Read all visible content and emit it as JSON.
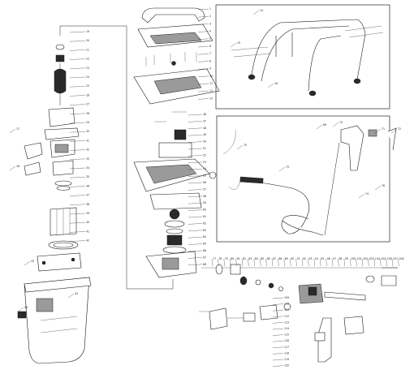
{
  "diagram": {
    "callouts": {
      "frame_top": [
        "1",
        "2",
        "3",
        "4",
        "5",
        "6",
        "7",
        "8",
        "9",
        "10",
        "11",
        "12",
        "13"
      ],
      "cart_box": [
        "14",
        "15",
        "16"
      ],
      "motor_stack": [
        "19",
        "20",
        "21",
        "22",
        "23",
        "24",
        "25",
        "26",
        "27",
        "28",
        "29",
        "30",
        "31",
        "32",
        "33",
        "34",
        "35",
        "36",
        "37",
        "38",
        "39",
        "40",
        "41",
        "42"
      ],
      "left_side": [
        "17",
        "18",
        "43",
        "44",
        "45"
      ],
      "pump_center": [
        "46",
        "47",
        "48",
        "49",
        "50",
        "51",
        "52",
        "53",
        "54",
        "55",
        "56",
        "57",
        "58",
        "59",
        "60",
        "61",
        "62",
        "63",
        "64",
        "65",
        "66",
        "67",
        "68"
      ],
      "gun_box": [
        "69",
        "70",
        "71",
        "72",
        "73",
        "74",
        "75",
        "76"
      ],
      "bottom_row": [
        "77",
        "78",
        "79",
        "80",
        "81",
        "82",
        "83",
        "84",
        "85",
        "86",
        "87",
        "88",
        "89",
        "90",
        "91",
        "92",
        "93",
        "94",
        "95",
        "96",
        "97",
        "98",
        "99",
        "100",
        "101",
        "102",
        "103",
        "104",
        "105",
        "106",
        "107",
        "108"
      ],
      "lower_stack": [
        "109",
        "110",
        "111",
        "112",
        "113",
        "114",
        "115",
        "116",
        "117",
        "118",
        "119",
        "120"
      ]
    }
  }
}
